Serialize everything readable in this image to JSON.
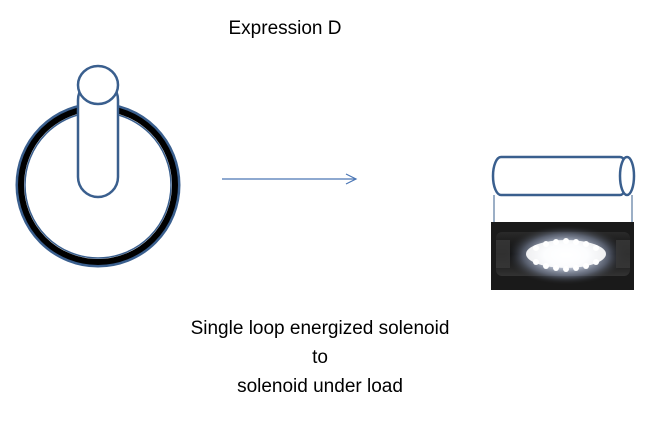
{
  "title": "Expression D",
  "caption": {
    "line1": "Single loop energized solenoid",
    "line2": "to",
    "line3": "solenoid under load"
  },
  "colors": {
    "outline": "#3A5F8E",
    "ring": "#000000",
    "arrow": "#4A76B5",
    "background": "#ffffff",
    "photo_bg": "#1a1a1a",
    "glow": "#ffffff"
  },
  "icons": {
    "left": "single-loop-solenoid-icon",
    "arrow": "right-arrow-icon",
    "right_top": "cylinder-icon",
    "right_bottom": "lit-led-tube-photo"
  }
}
